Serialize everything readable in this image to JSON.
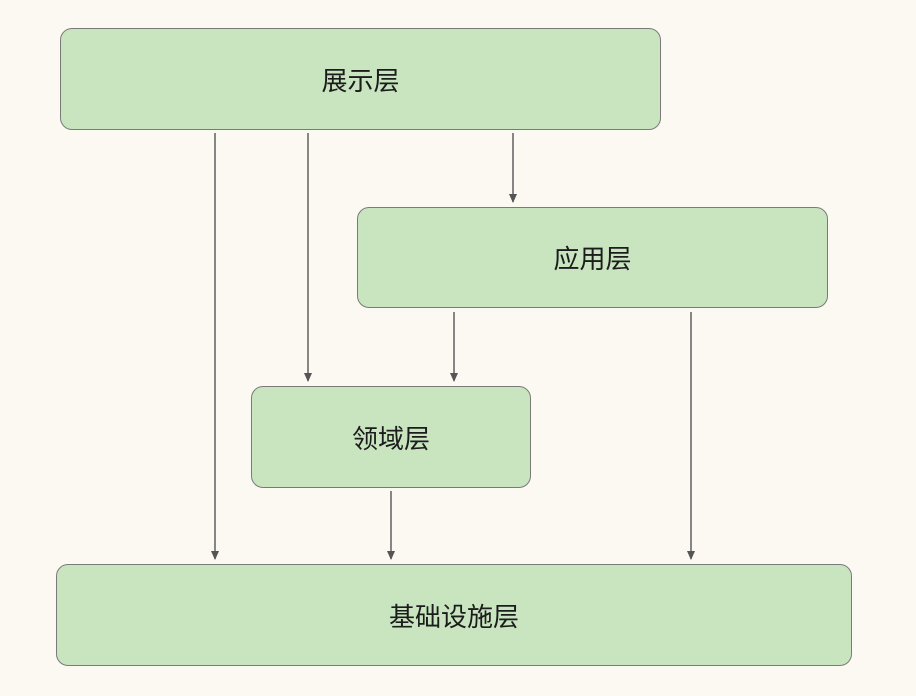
{
  "colors": {
    "background": "#fcf9f3",
    "box_fill": "#c9e5c0",
    "box_border": "#7a7a7a",
    "arrow": "#555555",
    "text": "#1c1c1c"
  },
  "layers": {
    "presentation": "展示层",
    "application": "应用层",
    "domain": "领域层",
    "infrastructure": "基础设施层"
  },
  "dependencies": [
    {
      "from": "presentation",
      "to": "application"
    },
    {
      "from": "presentation",
      "to": "domain"
    },
    {
      "from": "presentation",
      "to": "infrastructure"
    },
    {
      "from": "application",
      "to": "domain"
    },
    {
      "from": "application",
      "to": "infrastructure"
    },
    {
      "from": "domain",
      "to": "infrastructure"
    }
  ]
}
